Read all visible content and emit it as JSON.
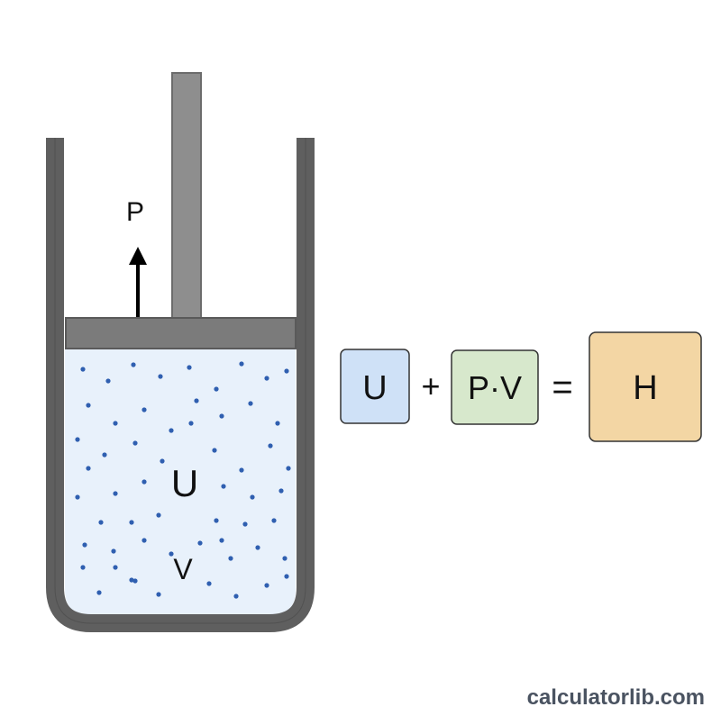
{
  "diagram": {
    "labels": {
      "pressure": "P",
      "internal_energy": "U",
      "volume": "V"
    },
    "equation": {
      "term_u": "U",
      "plus": "+",
      "term_pv": "P·V",
      "equals": "=",
      "result_h": "H"
    },
    "colors": {
      "cylinder": "#5f5f5f",
      "piston": "#7b7b7b",
      "rod": "#8e8e8e",
      "gas_fill": "#e8f1fb",
      "particle": "#2f5fb0",
      "box_u_fill": "#cfe1f7",
      "box_pv_fill": "#d7e8cc",
      "box_h_fill": "#f3d6a4"
    }
  },
  "watermark": "calculatorlib.com"
}
